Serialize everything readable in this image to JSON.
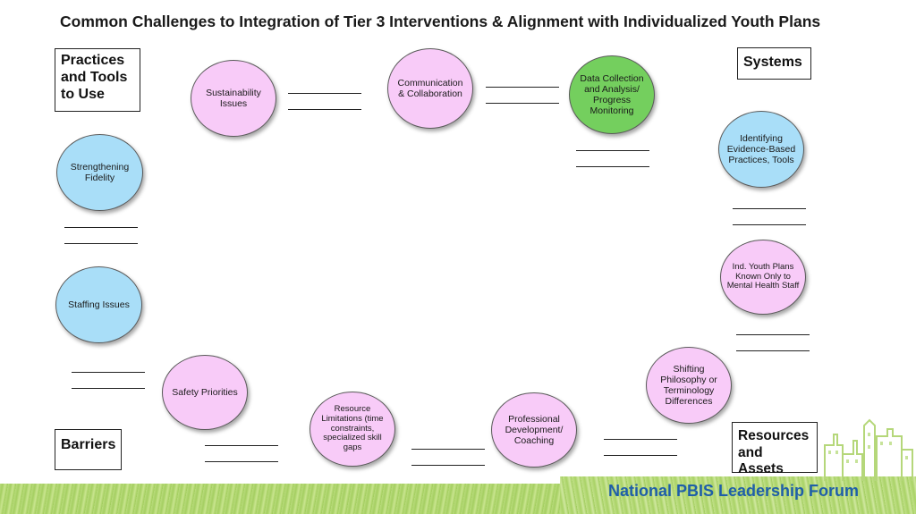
{
  "title": "Common Challenges to Integration of Tier 3 Interventions & Alignment with Individualized Youth Plans",
  "corner_boxes": {
    "practices": "Practices and Tools to Use",
    "systems": "Systems",
    "barriers": "Barriers",
    "resources": "Resources and Assets"
  },
  "nodes": {
    "sustainability": "Sustainability Issues",
    "communication": "Communication & Collaboration",
    "data_collection": "Data Collection and Analysis/ Progress Monitoring",
    "fidelity": "Strengthening Fidelity",
    "staffing": "Staffing Issues",
    "evidence_based": "Identifying Evidence-Based Practices, Tools",
    "youth_plans": "Ind. Youth Plans Known Only to Mental Health Staff",
    "shifting": "Shifting Philosophy or Terminology Differences",
    "safety": "Safety Priorities",
    "resource_limitations": "Resource Limitations (time constraints, specialized skill gaps",
    "professional_dev": "Professional Development/ Coaching"
  },
  "colors": {
    "pink": "#f8cbf8",
    "blue": "#a9def8",
    "green": "#74cf5e",
    "footer": "#1f5fa8"
  },
  "footer": "National PBIS Leadership Forum"
}
